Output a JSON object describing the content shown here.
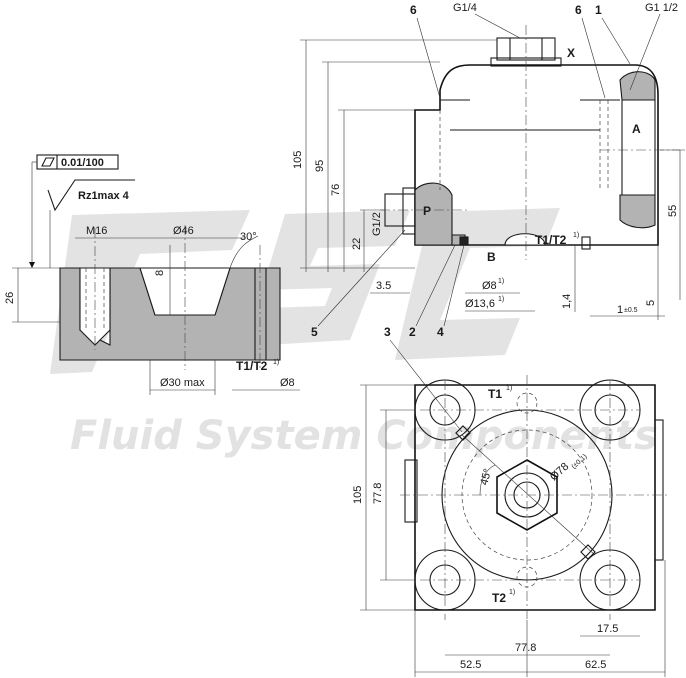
{
  "watermark": {
    "company": "Fluid System Components"
  },
  "top_view": {
    "port_labels": {
      "pilot": "X",
      "a": "A",
      "p": "P",
      "b": "B",
      "t": "T1/T2"
    },
    "thread_sizes": {
      "top": "G1/4",
      "right": "G1 1/2",
      "p_port": "G1/2"
    },
    "item_numbers": {
      "n6a": "6",
      "n6b": "6",
      "n1": "1",
      "n5": "5",
      "n2": "2",
      "n4": "4"
    },
    "dimensions": {
      "h105": "105",
      "h95": "95",
      "h76": "76",
      "h22": "22",
      "h55": "55",
      "d35": "3.5",
      "d8": "Ø8",
      "d136": "Ø13,6",
      "d14": "1,4",
      "d5": "5",
      "d1": "1",
      "tol": "±0.5"
    }
  },
  "detail": {
    "flatness_value": "0.01/100",
    "roughness": "Rz1max 4",
    "dimensions": {
      "m16": "M16",
      "d46": "Ø46",
      "angle30": "30°",
      "h8": "8",
      "h26": "26",
      "d30max": "Ø30 max",
      "d8": "Ø8"
    },
    "port_label": "T1/T2"
  },
  "plan_view": {
    "port_labels": {
      "t1": "T1",
      "t2": "T2"
    },
    "item_number": "3",
    "dimensions": {
      "h105": "105",
      "h778": "77.8",
      "w778": "77.8",
      "w525": "52.5",
      "w625": "62.5",
      "w175": "17.5",
      "d78": "Ø78",
      "d78_tol": "(±0.1)",
      "a45": "45°"
    }
  },
  "footnote_mark": "1)"
}
